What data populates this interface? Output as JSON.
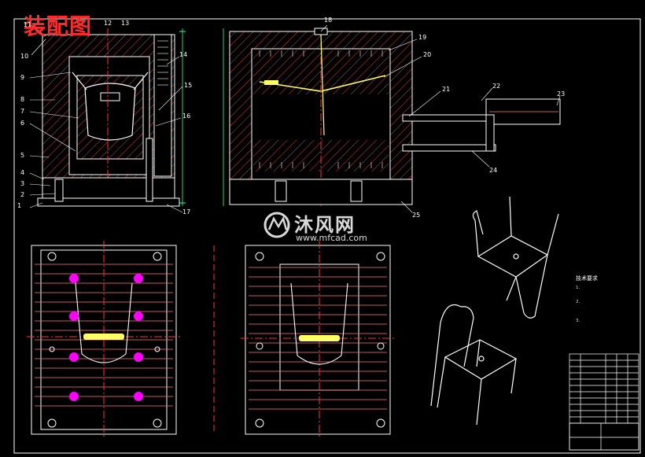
{
  "drawing": {
    "title": "装配图",
    "callouts": {
      "1": "1",
      "2": "2",
      "3": "3",
      "4": "4",
      "5": "5",
      "6": "6",
      "7": "7",
      "8": "8",
      "9": "9",
      "10": "10",
      "11": "11",
      "12": "12",
      "13": "13",
      "14": "14",
      "15": "15",
      "16": "16",
      "17": "17",
      "18": "18",
      "19": "19",
      "20": "20",
      "21": "21",
      "22": "22",
      "23": "23",
      "24": "24",
      "25": "25"
    },
    "colors": {
      "background": "#000000",
      "outline": "#ffffff",
      "section_hatch": "#ff5555",
      "centerline": "#ff3333",
      "part_fill": "#ffff66",
      "ejector": "#ff00ff",
      "dimension": "#33ff99",
      "cooling_channel": "#ff7777"
    }
  },
  "watermark": {
    "brand": "沐风网",
    "url": "www.mfcad.com",
    "icon": "mfcad-logo-icon"
  },
  "notes": {
    "title": "技术要求",
    "items": [
      "1.",
      "2.",
      "3."
    ]
  }
}
